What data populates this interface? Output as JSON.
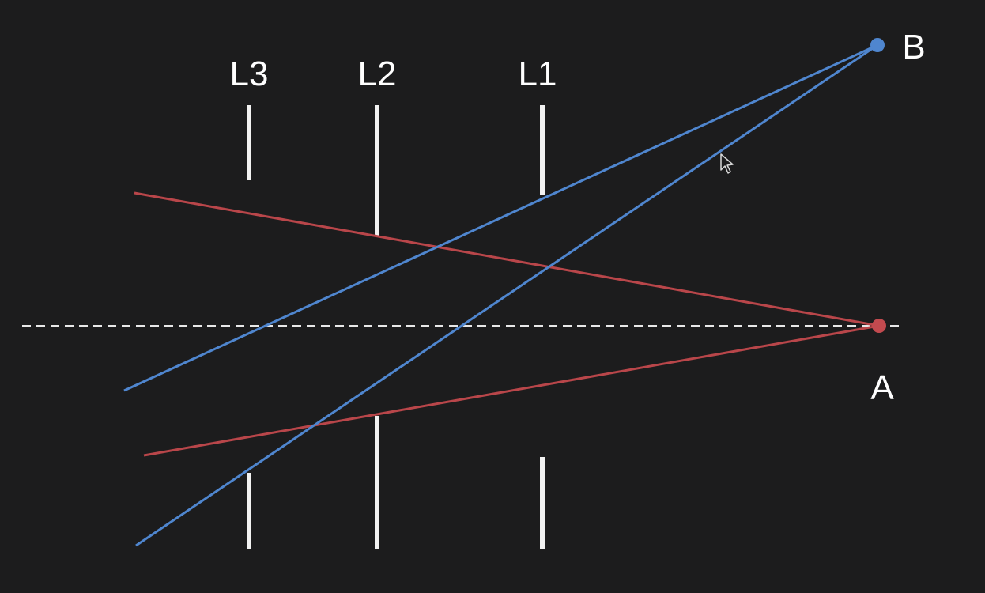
{
  "labels": {
    "l3": "L3",
    "l2": "L2",
    "l1": "L1",
    "point_b": "B",
    "point_a": "A"
  },
  "colors": {
    "background": "#1c1c1d",
    "lens": "#f2f2f2",
    "axis": "#e8e8e8",
    "ray_a": "#b9464a",
    "ray_b": "#4f86cf",
    "point_a": "#c24a4f",
    "point_b": "#4f86cf",
    "cursor": "#1c1c1d"
  },
  "icons": {
    "cursor": "mouse-pointer-icon"
  }
}
